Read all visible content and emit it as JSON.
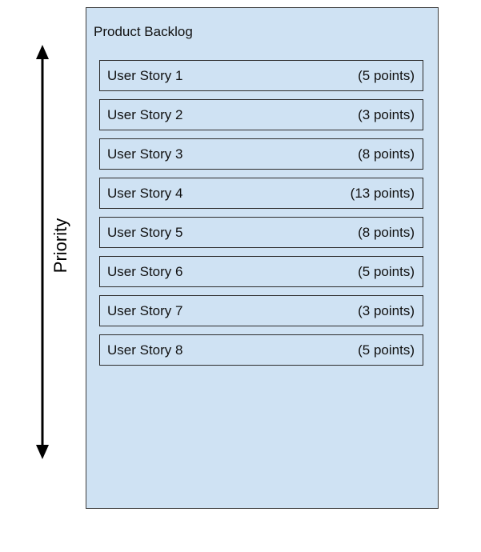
{
  "diagram": {
    "axis_label": "Priority",
    "backlog_title": "Product Backlog",
    "stories": [
      {
        "name": "User Story 1",
        "points": "(5 points)"
      },
      {
        "name": "User Story 2",
        "points": "(3 points)"
      },
      {
        "name": "User Story 3",
        "points": "(8 points)"
      },
      {
        "name": "User Story 4",
        "points": "(13 points)"
      },
      {
        "name": "User Story 5",
        "points": "(8 points)"
      },
      {
        "name": "User Story 6",
        "points": "(5 points)"
      },
      {
        "name": "User Story 7",
        "points": "(3 points)"
      },
      {
        "name": "User Story 8",
        "points": "(5 points)"
      }
    ]
  },
  "colors": {
    "panel_fill": "#cfe2f3",
    "border": "#2b2b2b",
    "arrow": "#000000"
  }
}
